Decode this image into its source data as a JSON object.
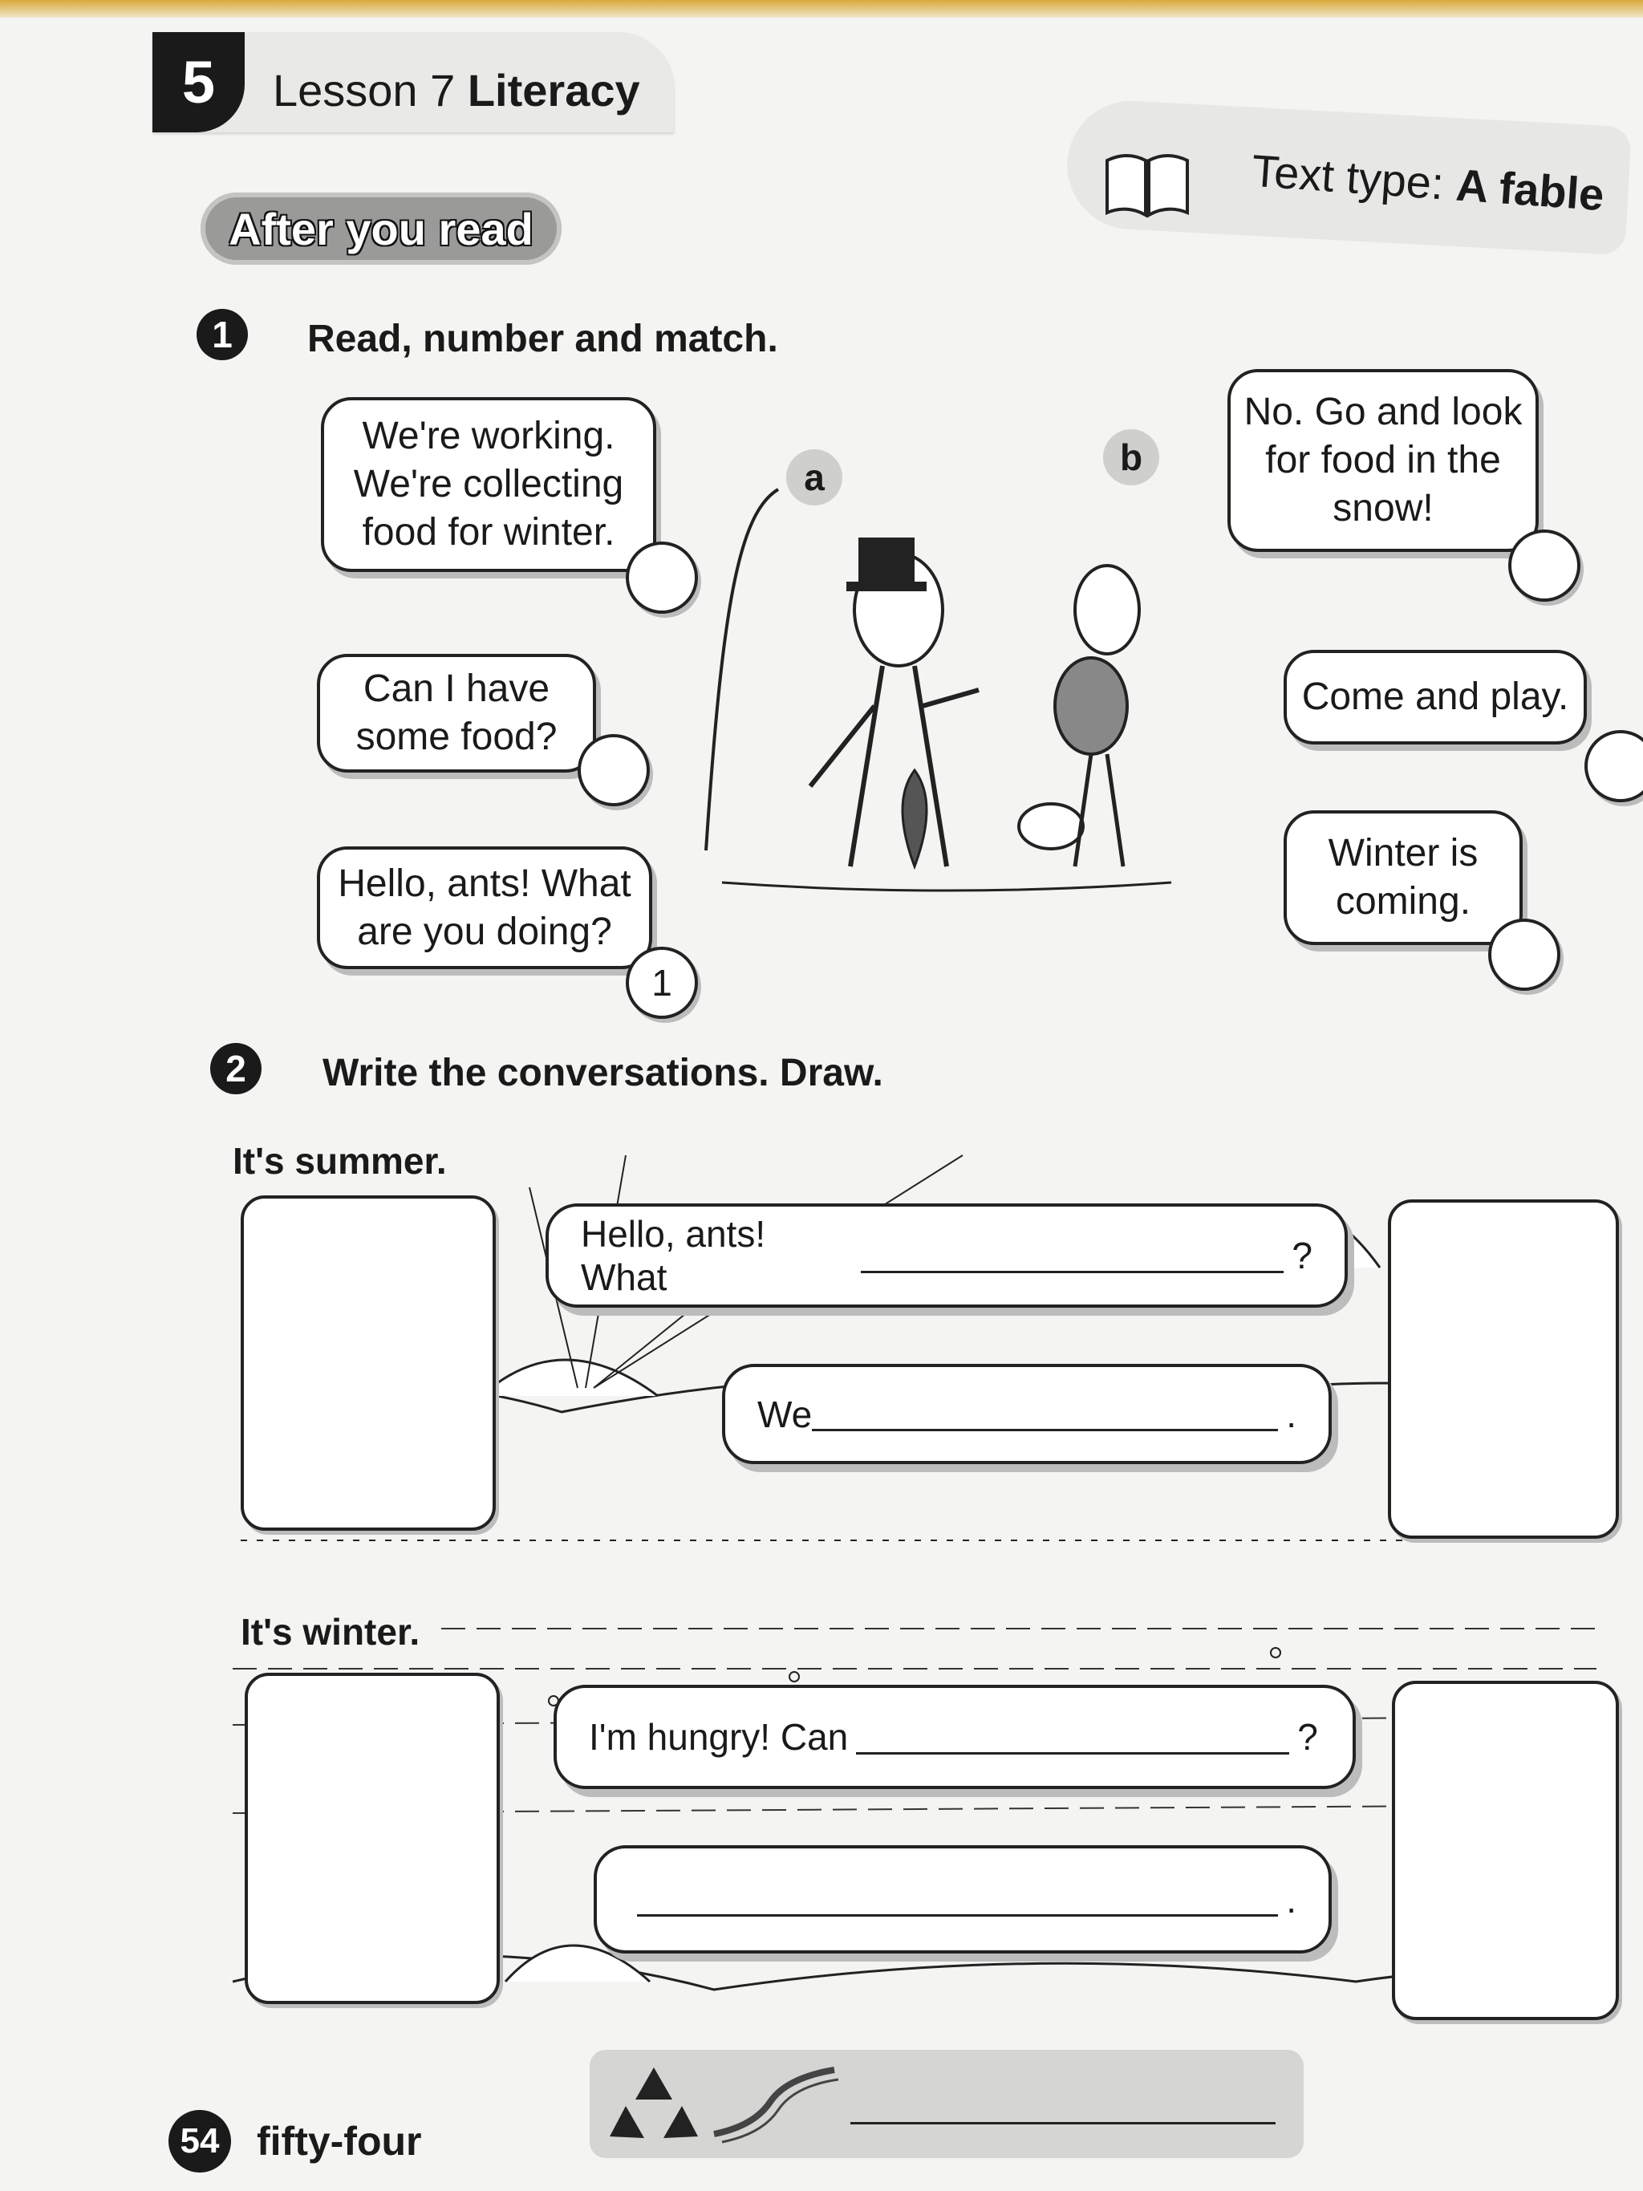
{
  "header": {
    "unit_number": "5",
    "lesson_prefix": "Lesson 7",
    "lesson_name": "Literacy",
    "text_type_label": "Text type:",
    "text_type_value": "A fable",
    "section_badge": "After you read"
  },
  "exercise1": {
    "number": "1",
    "instruction": "Read, number and match.",
    "character_a": "a",
    "character_b": "b",
    "bubbles": [
      {
        "text": "We're working. We're collecting food for winter.",
        "answer": ""
      },
      {
        "text": "Can I have some food?",
        "answer": ""
      },
      {
        "text": "Hello, ants! What are you doing?",
        "answer": "1"
      },
      {
        "text": "No. Go and look for food in the snow!",
        "answer": ""
      },
      {
        "text": "Come and play.",
        "answer": ""
      },
      {
        "text": "Winter is coming.",
        "answer": ""
      }
    ]
  },
  "exercise2": {
    "number": "2",
    "instruction": "Write the conversations. Draw.",
    "summer": {
      "label": "It's summer.",
      "line1_start": "Hello, ants! What",
      "line1_end": "?",
      "line2_start": "We",
      "line2_end": "."
    },
    "winter": {
      "label": "It's winter.",
      "line1_start": "I'm hungry! Can",
      "line1_end": "?",
      "line2_start": "",
      "line2_end": "."
    }
  },
  "footer": {
    "page_number": "54",
    "page_word": "fifty-four"
  }
}
